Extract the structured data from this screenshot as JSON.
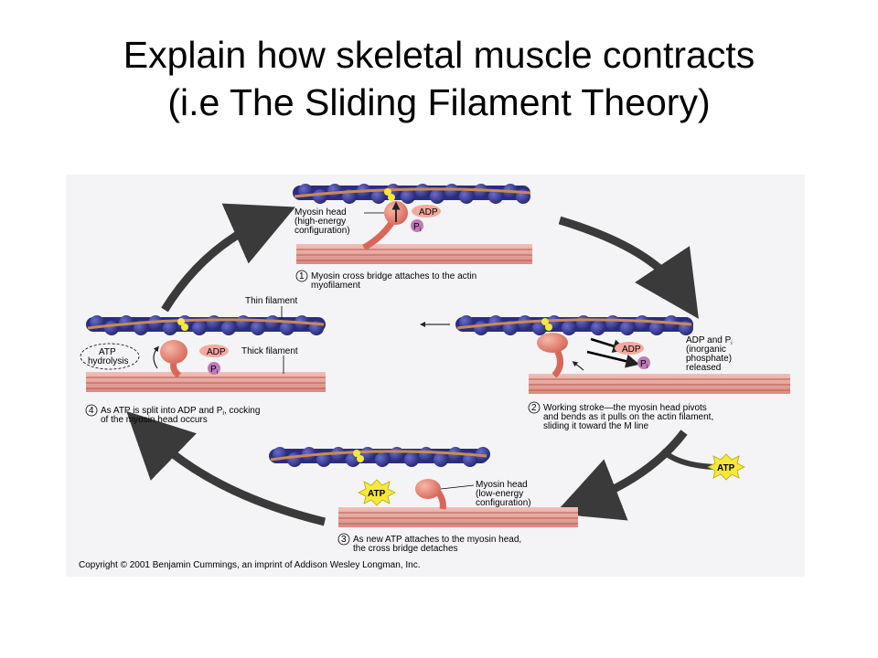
{
  "slide": {
    "title_line1": "Explain how skeletal muscle contracts",
    "title_line2": "(i.e The Sliding Filament Theory)"
  },
  "diagram": {
    "step1": {
      "number": "1",
      "caption_line1": "Myosin cross bridge attaches to the actin",
      "caption_line2": "myofilament",
      "head_label_line1": "Myosin head",
      "head_label_line2": "(high-energy",
      "head_label_line3": "configuration)",
      "adp": "ADP",
      "pi": "P",
      "pi_sub": "i"
    },
    "step2": {
      "number": "2",
      "caption_line1": "Working stroke—the myosin head pivots",
      "caption_line2": "and bends as it pulls on the actin filament,",
      "caption_line3": "sliding it toward the M line",
      "release_line1": "ADP and P",
      "release_sub": "i",
      "release_line2": "(inorganic",
      "release_line3": "phosphate)",
      "release_line4": "released",
      "adp": "ADP",
      "pi": "P",
      "pi_sub": "i"
    },
    "step3": {
      "number": "3",
      "caption_line1": "As new ATP attaches to the myosin head,",
      "caption_line2": "the cross bridge detaches",
      "head_label_line1": "Myosin head",
      "head_label_line2": "(low-energy",
      "head_label_line3": "configuration)",
      "atp": "ATP",
      "incoming_atp": "ATP"
    },
    "step4": {
      "number": "4",
      "caption_line1": "As ATP is split into ADP and P",
      "caption_sub": "i",
      "caption_line1_end": ", cocking",
      "caption_line2": "of the myosin head occurs",
      "hydrolysis_line1": "ATP",
      "hydrolysis_line2": "hydrolysis",
      "thin_filament": "Thin filament",
      "thick_filament": "Thick filament",
      "adp": "ADP",
      "pi": "P",
      "pi_sub": "i"
    },
    "copyright": "Copyright © 2001 Benjamin Cummings, an imprint of Addison Wesley Longman, Inc.",
    "colors": {
      "actin": "#3b3d99",
      "actin_dark": "#1f2066",
      "tropomyosin": "#c98a55",
      "thick": "#e0a39b",
      "thick_line": "#b85a50",
      "myosin_head": "#e98a7a",
      "adp": "#f3a9a0",
      "pi": "#c07ab8",
      "atp": "#f6e93a",
      "arrow": "#3a3a3a"
    }
  }
}
